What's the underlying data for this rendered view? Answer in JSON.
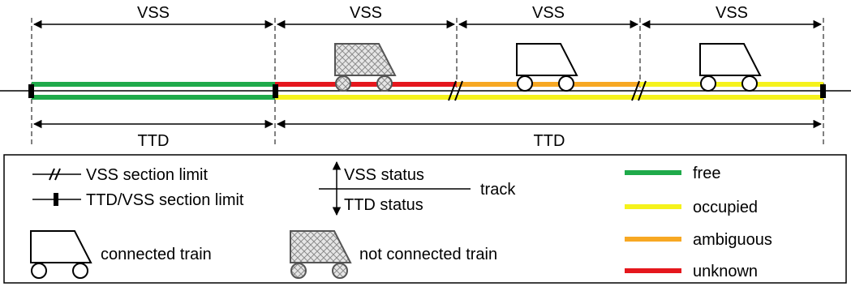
{
  "diagram": {
    "vss_labels": [
      "VSS",
      "VSS",
      "VSS",
      "VSS"
    ],
    "ttd_labels": [
      "TTD",
      "TTD"
    ],
    "status_colors": {
      "free": "#1faa4a",
      "occupied": "#f5f21c",
      "ambiguous": "#f7a823",
      "unknown": "#e5171d"
    },
    "sections": [
      {
        "vss_status": "free",
        "ttd_status": "free"
      },
      {
        "vss_status": "unknown",
        "ttd_status": "occupied",
        "train": "not-connected"
      },
      {
        "vss_status": "ambiguous",
        "ttd_status": "occupied",
        "train": "connected"
      },
      {
        "vss_status": "occupied",
        "ttd_status": "occupied",
        "train": "connected"
      }
    ]
  },
  "legend": {
    "vss_section_limit": "VSS section limit",
    "ttd_vss_section_limit": "TTD/VSS section limit",
    "vss_status": "VSS status",
    "ttd_status": "TTD status",
    "track": "track",
    "connected_train": "connected train",
    "not_connected_train": "not connected train",
    "free": "free",
    "occupied": "occupied",
    "ambiguous": "ambiguous",
    "unknown": "unknown"
  }
}
